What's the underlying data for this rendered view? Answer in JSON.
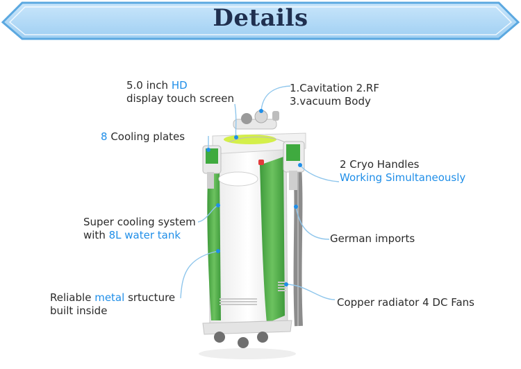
{
  "banner": {
    "title": "Details"
  },
  "labels": {
    "screen": {
      "line1_a": "5.0 inch ",
      "line1_b": "HD",
      "line2": "display touch screen"
    },
    "cavitation": {
      "line1": "1.Cavitation 2.RF",
      "line2": "3.vacuum Body"
    },
    "cooling_plates": {
      "num": "8",
      "text": " Cooling plates"
    },
    "cryo_handles": {
      "line1": "2 Cryo Handles",
      "line2": "Working Simultaneously"
    },
    "super_cooling": {
      "line1": "Super cooling system",
      "line2_a": "with ",
      "line2_b": "8L water tank"
    },
    "german": {
      "text": "German imports"
    },
    "metal": {
      "line1_a": "Reliable ",
      "line1_b": "metal",
      "line1_c": " srtucture",
      "line2": "built inside"
    },
    "copper": {
      "text": "Copper radiator 4 DC Fans"
    }
  },
  "colors": {
    "banner_fill": "#a9d4f4",
    "banner_border": "#5ba8e0",
    "highlight": "#1f8ee8",
    "machine_green": "#4caa45",
    "leader_line": "#8fc6ec"
  }
}
